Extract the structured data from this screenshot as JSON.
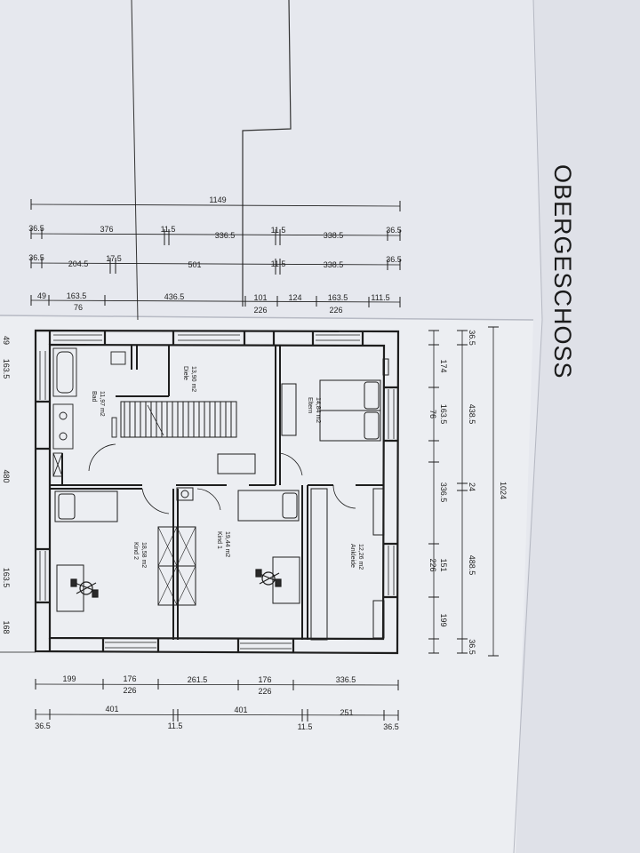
{
  "sheet_title": "OBERGESCHOSS",
  "rooms": [
    {
      "id": "diele",
      "name": "Diele",
      "area": "13,90 m2"
    },
    {
      "id": "bad",
      "name": "Bad",
      "area": "11,97 m2"
    },
    {
      "id": "eltern",
      "name": "Eltern",
      "area": "14,84 m2"
    },
    {
      "id": "kind2",
      "name": "Kind 2",
      "area": "18,58 m2"
    },
    {
      "id": "kind1",
      "name": "Kind 1",
      "area": "19,44 m2"
    },
    {
      "id": "ankleide",
      "name": "Ankleide",
      "area": "12,26 m2"
    }
  ],
  "dims_top": {
    "row1": [
      "1149"
    ],
    "row2": [
      "36.5",
      "376",
      "11.5",
      "336.5",
      "11.5",
      "338.5",
      "36.5"
    ],
    "row3": [
      "36.5",
      "204.5",
      "17.5",
      "501",
      "11.5",
      "338.5",
      "36.5"
    ],
    "row4a": [
      "49",
      "163.5",
      "436.5",
      "101",
      "124",
      "163.5",
      "111.5"
    ],
    "row4b": [
      "76",
      "226",
      "226"
    ]
  },
  "dims_bottom": {
    "row1a": [
      "199",
      "176",
      "261.5",
      "176",
      "336.5"
    ],
    "row1b": [
      "226",
      "226"
    ],
    "row2": [
      "401",
      "401",
      "251"
    ],
    "row3": [
      "36.5",
      "11.5",
      "11.5",
      "36.5"
    ]
  },
  "dims_right": {
    "inner": [
      "36.5",
      "174",
      "163.5",
      "76",
      "336.5",
      "151",
      "226",
      "199",
      "36.5"
    ],
    "middle": [
      "438.5",
      "24",
      "488.5"
    ],
    "outer": [
      "1024"
    ]
  },
  "dims_left_partial": [
    "49",
    "163.5",
    "480",
    "163.5",
    "168"
  ]
}
